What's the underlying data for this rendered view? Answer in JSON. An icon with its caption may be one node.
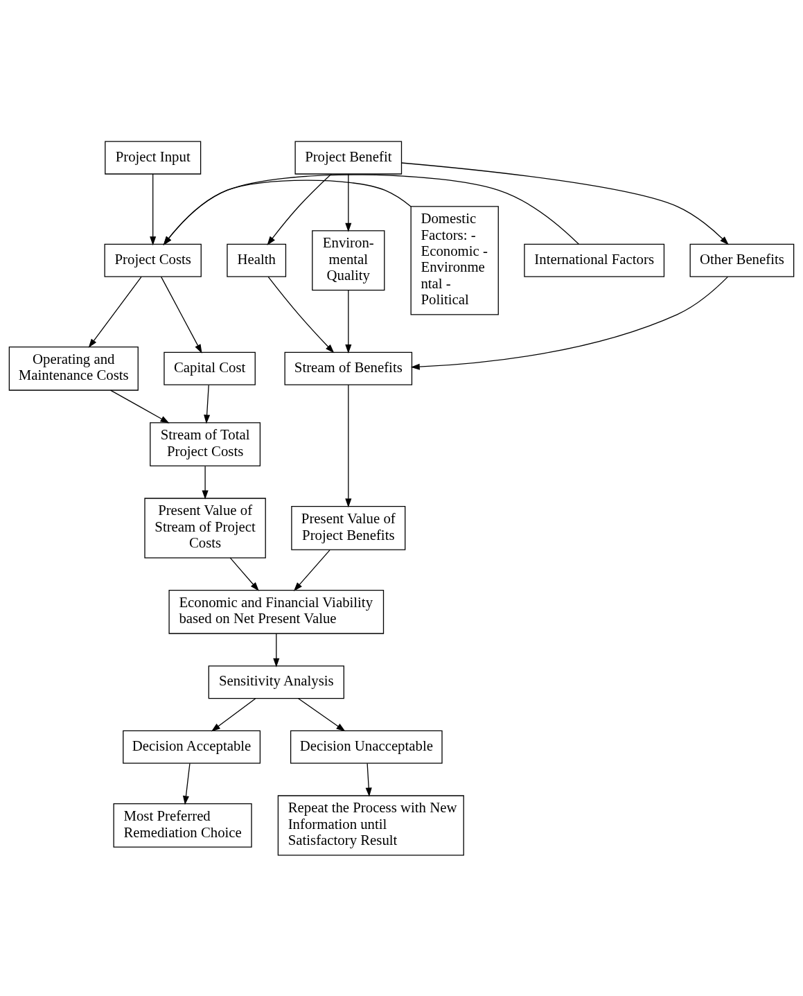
{
  "diagram": {
    "nodes": [
      {
        "text": [
          "Project Input"
        ]
      },
      {
        "text": [
          "Domestic Factors: - Economic - Environme ntal - Political"
        ]
      },
      {
        "text": [
          "Project Costs"
        ]
      },
      {
        "text": [
          "International Factors"
        ]
      },
      {
        "text": [
          "Capital Cost"
        ]
      },
      {
        "text": [
          "Operating and Maintenance Costs"
        ]
      },
      {
        "text": [
          "Stream of Total Project Costs"
        ]
      },
      {
        "text": [
          "Present Value of Stream of Project Costs"
        ]
      },
      {
        "text": [
          "Project Benefit"
        ]
      },
      {
        "text": [
          "Health"
        ]
      },
      {
        "text": [
          "Environ- mental Quality"
        ]
      },
      {
        "text": [
          "Other Benefits"
        ]
      },
      {
        "text": [
          "Stream of Benefits"
        ]
      },
      {
        "text": [
          "Present Value of Project Benefits"
        ]
      },
      {
        "text": [
          "Economic and Financial Viability based on Net Present Value"
        ]
      },
      {
        "text": [
          "Sensitivity Analysis"
        ]
      },
      {
        "text": [
          "Decision Acceptable"
        ]
      },
      {
        "text": [
          "Decision Unacceptable"
        ]
      },
      {
        "text": [
          "Most Preferred Remediation Choice"
        ]
      },
      {
        "text": [
          "Repeat the Process with New Information until Satisfactory Result"
        ]
      }
    ],
    "edges": [
      {
        "from": 0,
        "to": 2,
        "arrow": "to"
      },
      {
        "from": 1,
        "to": 2,
        "arrow": "to"
      },
      {
        "from": 3,
        "to": 2,
        "arrow": "to"
      },
      {
        "from": 2,
        "to": 4,
        "arrow": "to"
      },
      {
        "from": 2,
        "to": 5,
        "arrow": "to"
      },
      {
        "from": 4,
        "to": 6,
        "arrow": "to"
      },
      {
        "from": 5,
        "to": 6,
        "arrow": "to"
      },
      {
        "from": 6,
        "to": 7,
        "arrow": "to"
      },
      {
        "from": 8,
        "to": 9,
        "arrow": "to"
      },
      {
        "from": 8,
        "to": 10,
        "arrow": "to"
      },
      {
        "from": 8,
        "to": 11,
        "arrow": "to"
      },
      {
        "from": 9,
        "to": 12,
        "arrow": "to"
      },
      {
        "from": 10,
        "to": 12,
        "arrow": "to"
      },
      {
        "from": 11,
        "to": 12,
        "arrow": "to"
      },
      {
        "from": 12,
        "to": 13,
        "arrow": "to"
      },
      {
        "from": 7,
        "to": 14,
        "arrow": "to"
      },
      {
        "from": 13,
        "to": 14,
        "arrow": "to"
      },
      {
        "from": 14,
        "to": 15,
        "arrow": "to"
      },
      {
        "from": 15,
        "to": 16,
        "arrow": "to"
      },
      {
        "from": 15,
        "to": 17,
        "arrow": "to"
      },
      {
        "from": 16,
        "to": 18,
        "arrow": "to"
      },
      {
        "from": 17,
        "to": 19,
        "arrow": "to"
      }
    ]
  }
}
